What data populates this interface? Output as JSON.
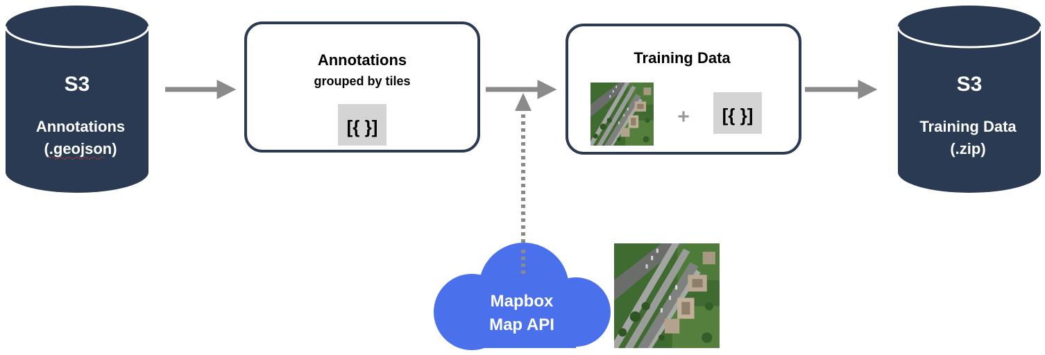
{
  "source_store": {
    "title": "S3",
    "line1": "Annotations",
    "line2": "(.geojson)"
  },
  "annotations_box": {
    "title": "Annotations",
    "subtitle": "grouped by tiles",
    "json_glyph": "[{ }]"
  },
  "training_box": {
    "title": "Training Data",
    "plus": "+",
    "json_glyph": "[{ }]"
  },
  "target_store": {
    "title": "S3",
    "line1": "Training Data",
    "line2": "(.zip)"
  },
  "cloud": {
    "line1": "Mapbox",
    "line2": "Map API"
  },
  "colors": {
    "cylinder": "#293a52",
    "box_border": "#293a52",
    "arrow": "#8a8a8a",
    "cloud": "#4a70ec",
    "json_bg": "#d4d4d4",
    "grass": "#3f6a30",
    "road": "#8d8f8c"
  }
}
